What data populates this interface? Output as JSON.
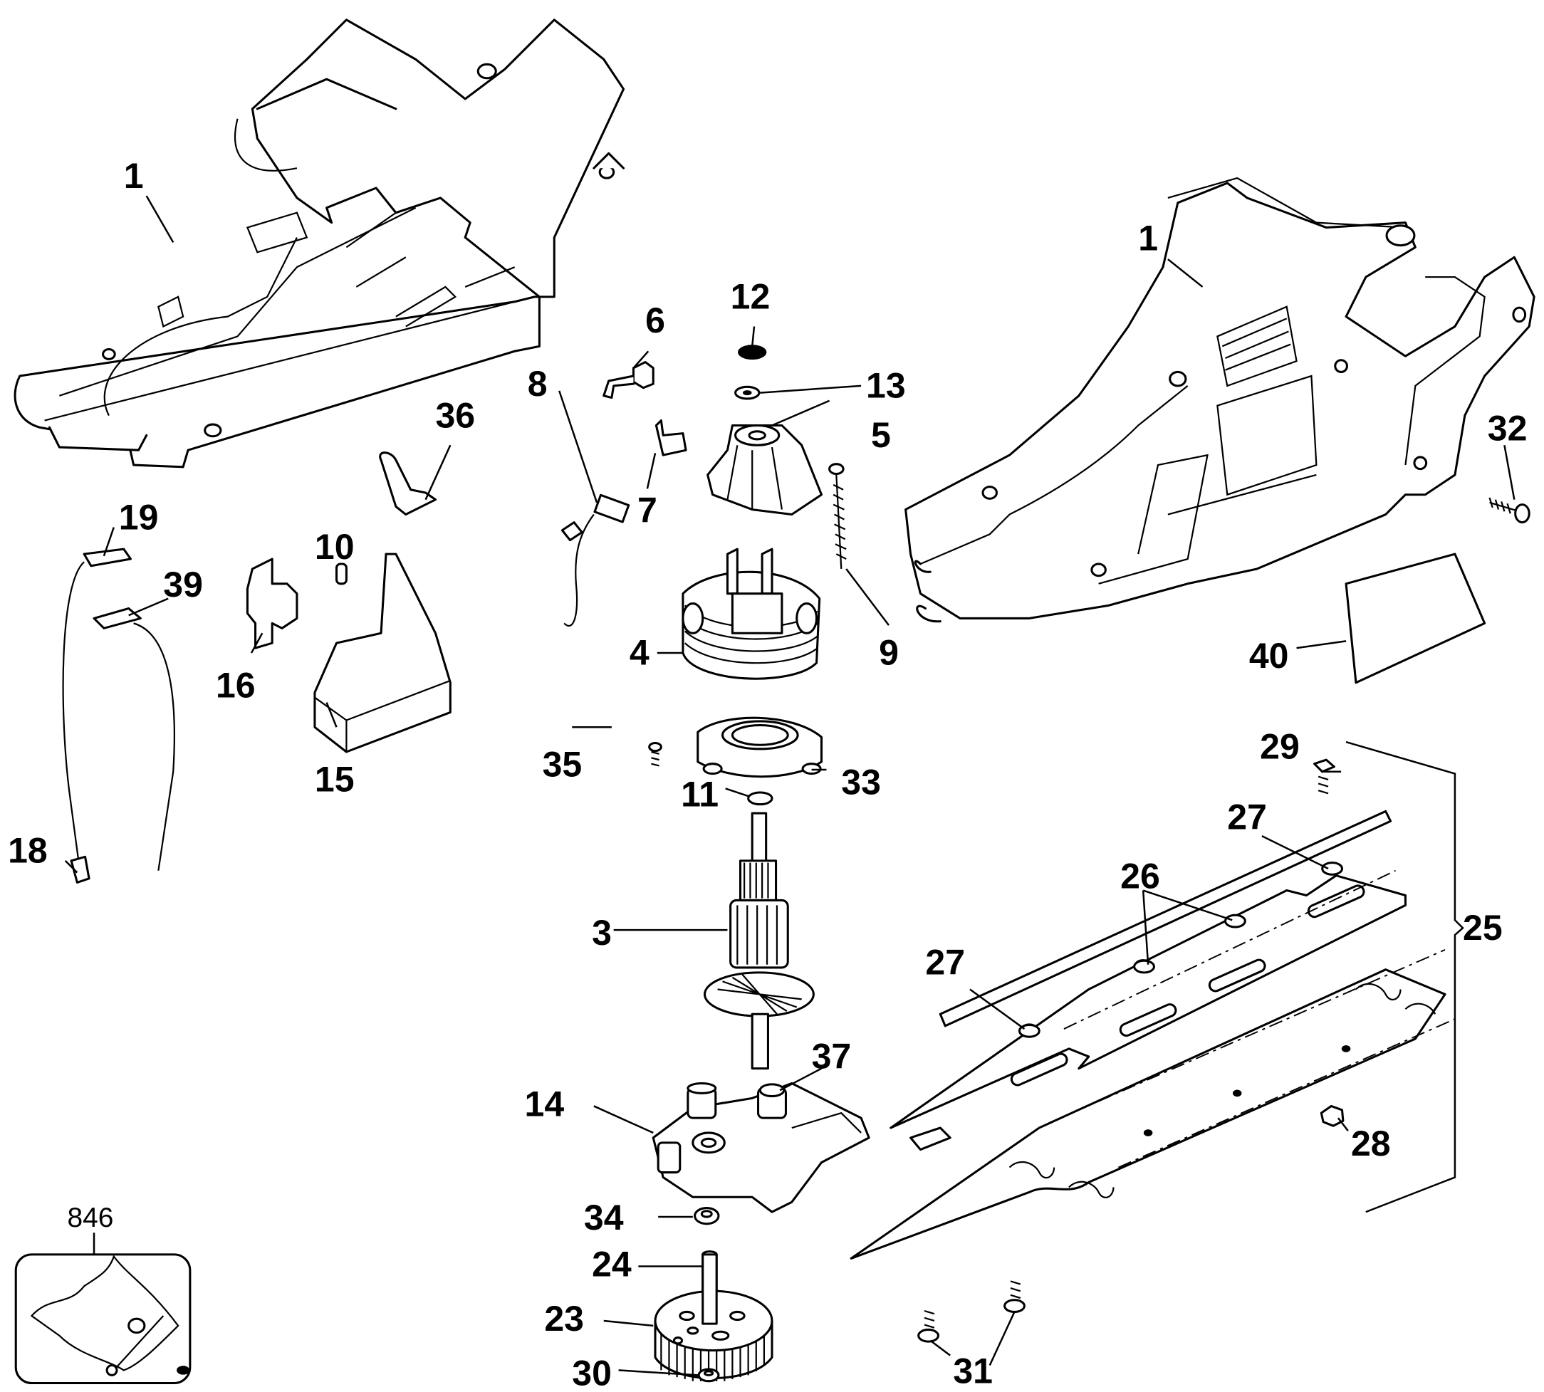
{
  "diagram": {
    "title": "Hedge trimmer exploded parts diagram",
    "labels": {
      "housing_left": "1",
      "housing_right": "1",
      "armature": "3",
      "field": "4",
      "end_cap": "5",
      "brush_spring": "6",
      "brush_holder": "7",
      "brush": "8",
      "screw_long": "9",
      "switch_button": "10",
      "washer_11": "11",
      "bearing_12": "12",
      "washer_13": "13",
      "gear_case": "14",
      "switch_actuator": "15",
      "switch": "16",
      "lead_18": "18",
      "terminal_19": "19",
      "gear": "23",
      "pin_24": "24",
      "blade_assembly": "25",
      "bushing_26": "26",
      "bushing_27a": "27",
      "bushing_27b": "27",
      "nut_28": "28",
      "screw_29": "29",
      "washer_30": "30",
      "screw_31": "31",
      "screw_32": "32",
      "baffle_33": "33",
      "washer_34": "34",
      "screw_35": "35",
      "spring_36": "36",
      "bearing_37": "37",
      "terminal_39": "39",
      "nameplate_40": "40",
      "hardware_kit": "846"
    }
  }
}
